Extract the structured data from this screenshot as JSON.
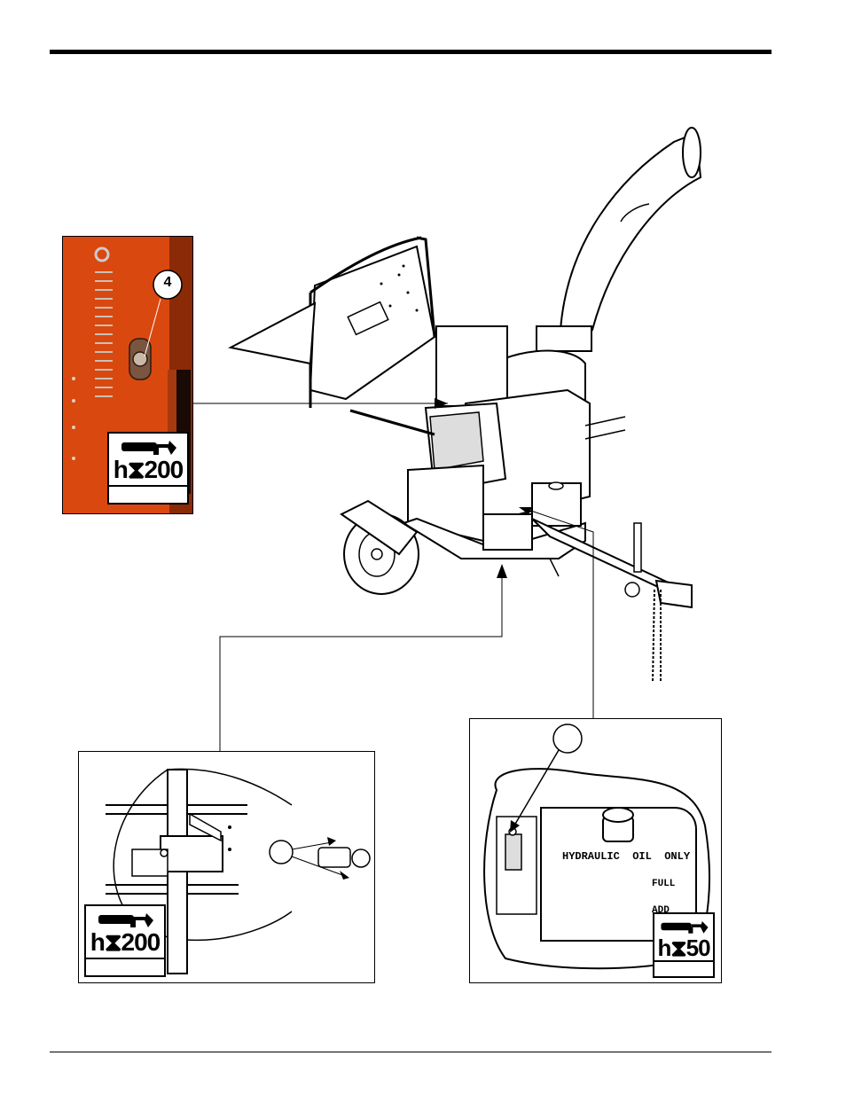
{
  "figure": {
    "photo_callout": {
      "number": "4"
    },
    "badges": {
      "photo_interval": "h⧗200",
      "drawbar_interval": "h⧗200",
      "hydraulic_interval": "h⧗50"
    },
    "hydraulic_tank": {
      "label": "HYDRAULIC  OIL  ONLY",
      "full_mark": "FULL",
      "add_mark": "ADD"
    },
    "icons": [
      "grease-gun-icon",
      "hourglass-icon"
    ],
    "colors": {
      "photo_background": "#d9480f",
      "line": "#000000"
    }
  }
}
